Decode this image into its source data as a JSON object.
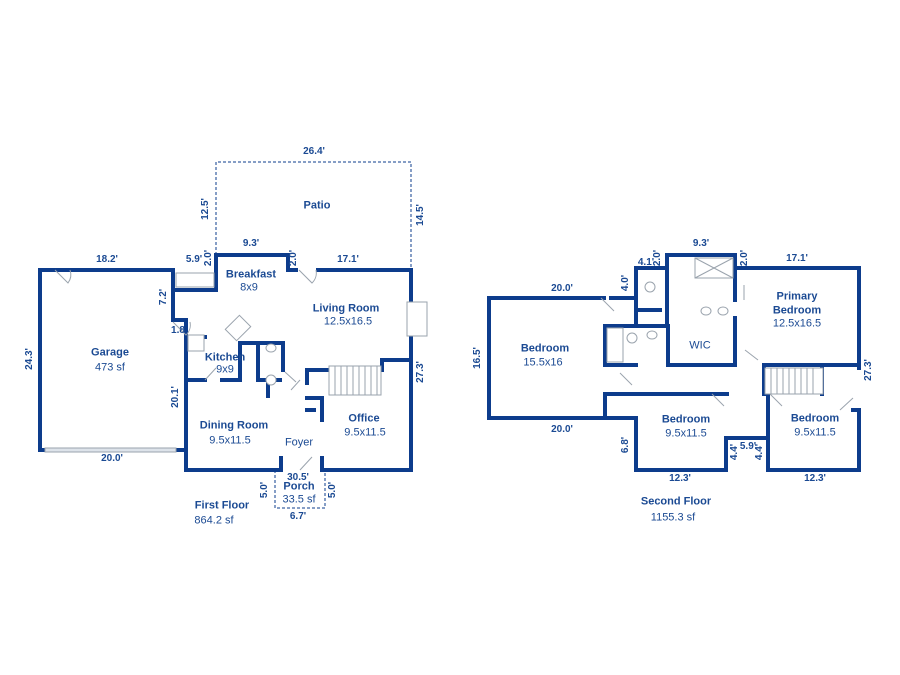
{
  "colors": {
    "wall": "#0d3c8c",
    "text": "#1b4a93",
    "fixture": "#9aa3ad"
  },
  "first_floor": {
    "title": "First Floor",
    "area": "864.2 sf",
    "rooms": {
      "patio": {
        "name": "Patio"
      },
      "breakfast": {
        "name": "Breakfast",
        "size": "8x9"
      },
      "living": {
        "name": "Living Room",
        "size": "12.5x16.5"
      },
      "garage": {
        "name": "Garage",
        "size": "473 sf"
      },
      "kitchen": {
        "name": "Kitchen",
        "size": "9x9"
      },
      "dining": {
        "name": "Dining Room",
        "size": "9.5x11.5"
      },
      "office": {
        "name": "Office",
        "size": "9.5x11.5"
      },
      "foyer": {
        "name": "Foyer"
      },
      "porch": {
        "name": "Porch",
        "size": "33.5 sf"
      }
    },
    "dims": {
      "patio_top": "26.4'",
      "patio_left": "12.5'",
      "patio_right": "14.5'",
      "garage_top": "18.2'",
      "a": "5.9'",
      "b": "2.0'",
      "breakfast_top": "9.3'",
      "c": "2.0'",
      "living_top": "17.1'",
      "garage_left": "24.3'",
      "d": "7.2'",
      "e": "1.8",
      "f": "20.1'",
      "right": "27.3'",
      "garage_bottom": "20.0'",
      "porch_top": "30.5'",
      "porch_left": "5.0'",
      "porch_right": "5.0'",
      "porch_bottom": "6.7'"
    }
  },
  "second_floor": {
    "title": "Second Floor",
    "area": "1155.3 sf",
    "rooms": {
      "bed1": {
        "name": "Bedroom",
        "size": "15.5x16"
      },
      "primary": {
        "name": "Primary Bedroom",
        "line1": "Primary",
        "line2": "Bedroom",
        "size": "12.5x16.5"
      },
      "wic": {
        "name": "WIC"
      },
      "bed2": {
        "name": "Bedroom",
        "size": "9.5x11.5"
      },
      "bed3": {
        "name": "Bedroom",
        "size": "9.5x11.5"
      }
    },
    "dims": {
      "top_left": "20.0'",
      "a": "4.0'",
      "b": "4.1'",
      "c": "2.0'",
      "mid_top": "9.3'",
      "d": "2.0'",
      "top_right": "17.1'",
      "left": "16.5'",
      "right": "27.3'",
      "bottom_left": "20.0'",
      "e": "6.8'",
      "bed2_bottom": "12.3'",
      "f": "4.4'",
      "g": "5.9'",
      "h": "4.4'",
      "bed3_bottom": "12.3'"
    }
  }
}
